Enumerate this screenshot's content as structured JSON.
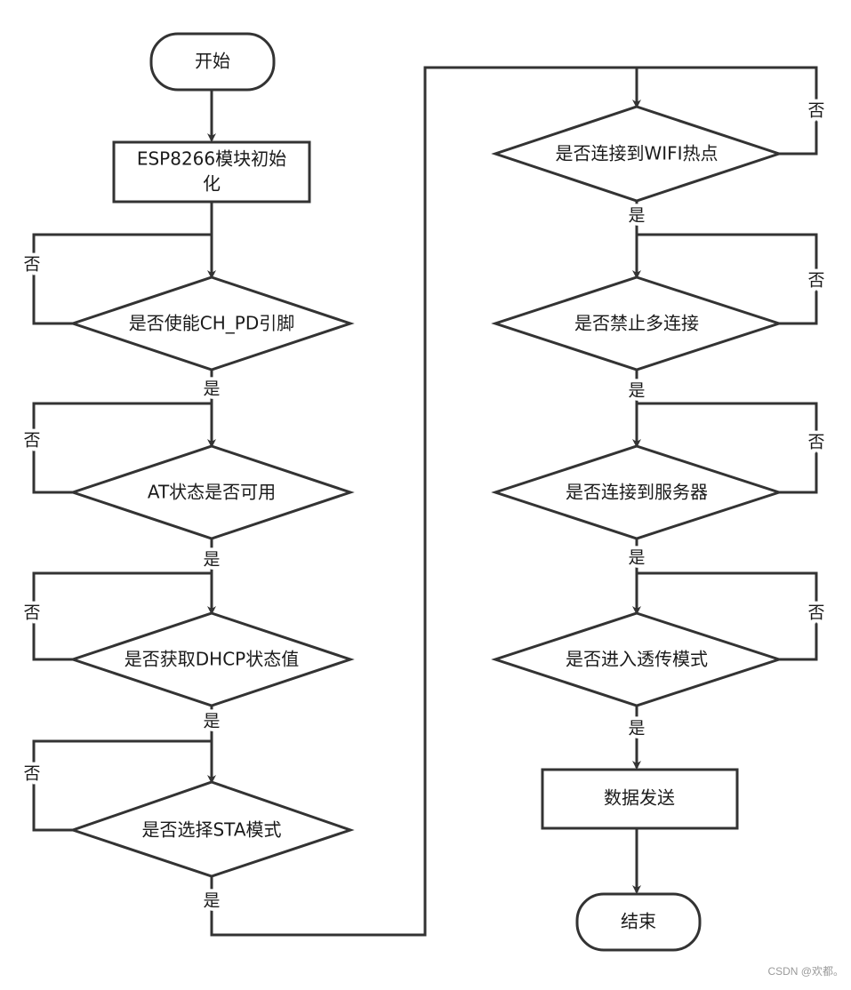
{
  "nodes": {
    "start": "开始",
    "init_line1": "ESP8266模块初始",
    "init_line2": "化",
    "d_chpd": "是否使能CH_PD引脚",
    "d_at": "AT状态是否可用",
    "d_dhcp": "是否获取DHCP状态值",
    "d_sta": "是否选择STA模式",
    "d_wifi": "是否连接到WIFI热点",
    "d_multi": "是否禁止多连接",
    "d_server": "是否连接到服务器",
    "d_passthrough": "是否进入透传模式",
    "send": "数据发送",
    "end": "结束"
  },
  "flow_labels": {
    "yes": "是",
    "no": "否"
  },
  "watermark": "CSDN @欢都。"
}
